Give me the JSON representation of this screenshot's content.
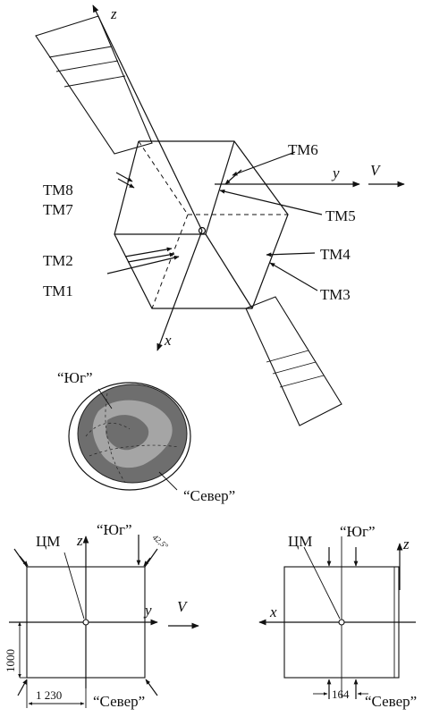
{
  "spacecraft": {
    "axes": {
      "z": "z",
      "y": "y",
      "x": "x"
    },
    "velocity": "V",
    "thrusters": [
      "ТМ8",
      "ТМ7",
      "ТМ2",
      "ТМ1",
      "ТМ6",
      "ТМ5",
      "ТМ4",
      "ТМ3"
    ]
  },
  "earth": {
    "south": "“Юг”",
    "north": "“Север”"
  },
  "left_view": {
    "cm": "ЦМ",
    "south": "“Юг”",
    "north": "“Север”",
    "z": "z",
    "y": "y",
    "velocity": "V",
    "angle": "42,5°",
    "height_dim": "1000",
    "width_dim": "1 230"
  },
  "right_view": {
    "cm": "ЦМ",
    "south": "“Юг”",
    "north": "“Север”",
    "z": "z",
    "x": "x",
    "dim": "164"
  }
}
